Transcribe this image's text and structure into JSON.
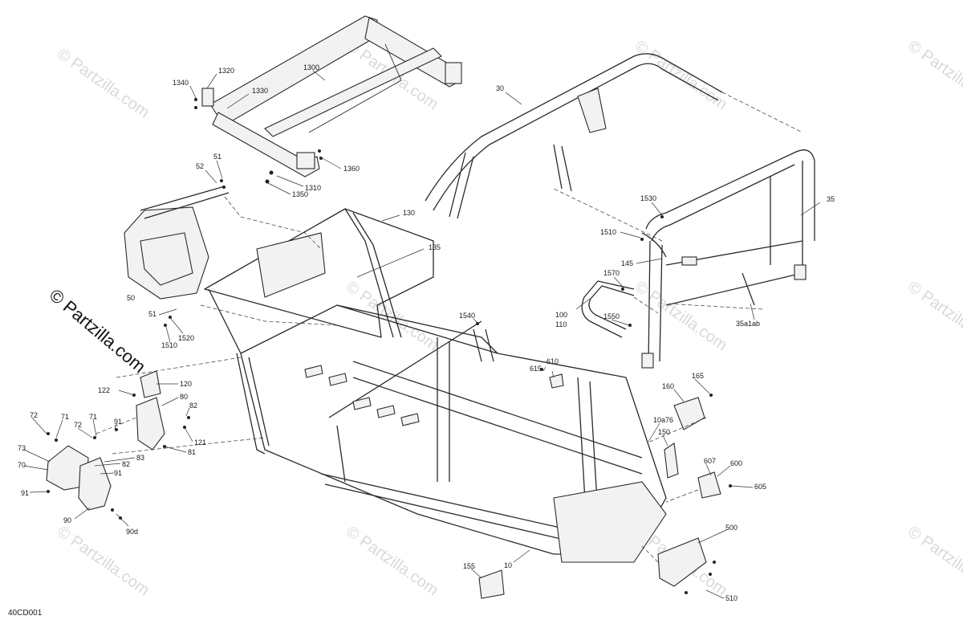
{
  "watermark": {
    "text": "© Partzilla.com"
  },
  "copyright": {
    "text": "© Partzilla.com"
  },
  "drawing_code": "40CD001",
  "callouts": [
    {
      "id": "c1340",
      "text": "1340"
    },
    {
      "id": "c1320",
      "text": "1320"
    },
    {
      "id": "c1330",
      "text": "1330"
    },
    {
      "id": "c1300",
      "text": "1300"
    },
    {
      "id": "c1360",
      "text": "1360"
    },
    {
      "id": "c1310",
      "text": "1310"
    },
    {
      "id": "c1350",
      "text": "1350"
    },
    {
      "id": "c30",
      "text": "30"
    },
    {
      "id": "c35",
      "text": "35"
    },
    {
      "id": "c1530",
      "text": "1530"
    },
    {
      "id": "c1510a",
      "text": "1510"
    },
    {
      "id": "c145",
      "text": "145"
    },
    {
      "id": "c1570",
      "text": "1570"
    },
    {
      "id": "c100",
      "text": "100"
    },
    {
      "id": "c110",
      "text": "110"
    },
    {
      "id": "c1550",
      "text": "1550"
    },
    {
      "id": "c35a1ab",
      "text": "35a1ab"
    },
    {
      "id": "c51a",
      "text": "51"
    },
    {
      "id": "c52",
      "text": "52"
    },
    {
      "id": "c130",
      "text": "130"
    },
    {
      "id": "c135",
      "text": "135"
    },
    {
      "id": "c50",
      "text": "50"
    },
    {
      "id": "c51b",
      "text": "51"
    },
    {
      "id": "c1520",
      "text": "1520"
    },
    {
      "id": "c1510b",
      "text": "1510"
    },
    {
      "id": "c1540",
      "text": "1540"
    },
    {
      "id": "c610",
      "text": "610"
    },
    {
      "id": "c615",
      "text": "615"
    },
    {
      "id": "c165",
      "text": "165"
    },
    {
      "id": "c160",
      "text": "160"
    },
    {
      "id": "c10a76",
      "text": "10a76"
    },
    {
      "id": "c150",
      "text": "150"
    },
    {
      "id": "c607",
      "text": "607"
    },
    {
      "id": "c600",
      "text": "600"
    },
    {
      "id": "c605",
      "text": "605"
    },
    {
      "id": "c500",
      "text": "500"
    },
    {
      "id": "c510",
      "text": "510"
    },
    {
      "id": "c10",
      "text": "10"
    },
    {
      "id": "c155",
      "text": "155"
    },
    {
      "id": "c120",
      "text": "120"
    },
    {
      "id": "c122",
      "text": "122"
    },
    {
      "id": "c80",
      "text": "80"
    },
    {
      "id": "c82a",
      "text": "82"
    },
    {
      "id": "c121",
      "text": "121"
    },
    {
      "id": "c81",
      "text": "81"
    },
    {
      "id": "c72a",
      "text": "72"
    },
    {
      "id": "c71a",
      "text": "71"
    },
    {
      "id": "c72b",
      "text": "72"
    },
    {
      "id": "c71b",
      "text": "71"
    },
    {
      "id": "c91a",
      "text": "91"
    },
    {
      "id": "c73",
      "text": "73"
    },
    {
      "id": "c83",
      "text": "83"
    },
    {
      "id": "c82b",
      "text": "82"
    },
    {
      "id": "c70",
      "text": "70"
    },
    {
      "id": "c91b",
      "text": "91"
    },
    {
      "id": "c91c",
      "text": "91"
    },
    {
      "id": "c90",
      "text": "90"
    },
    {
      "id": "c90d",
      "text": "90d"
    }
  ]
}
